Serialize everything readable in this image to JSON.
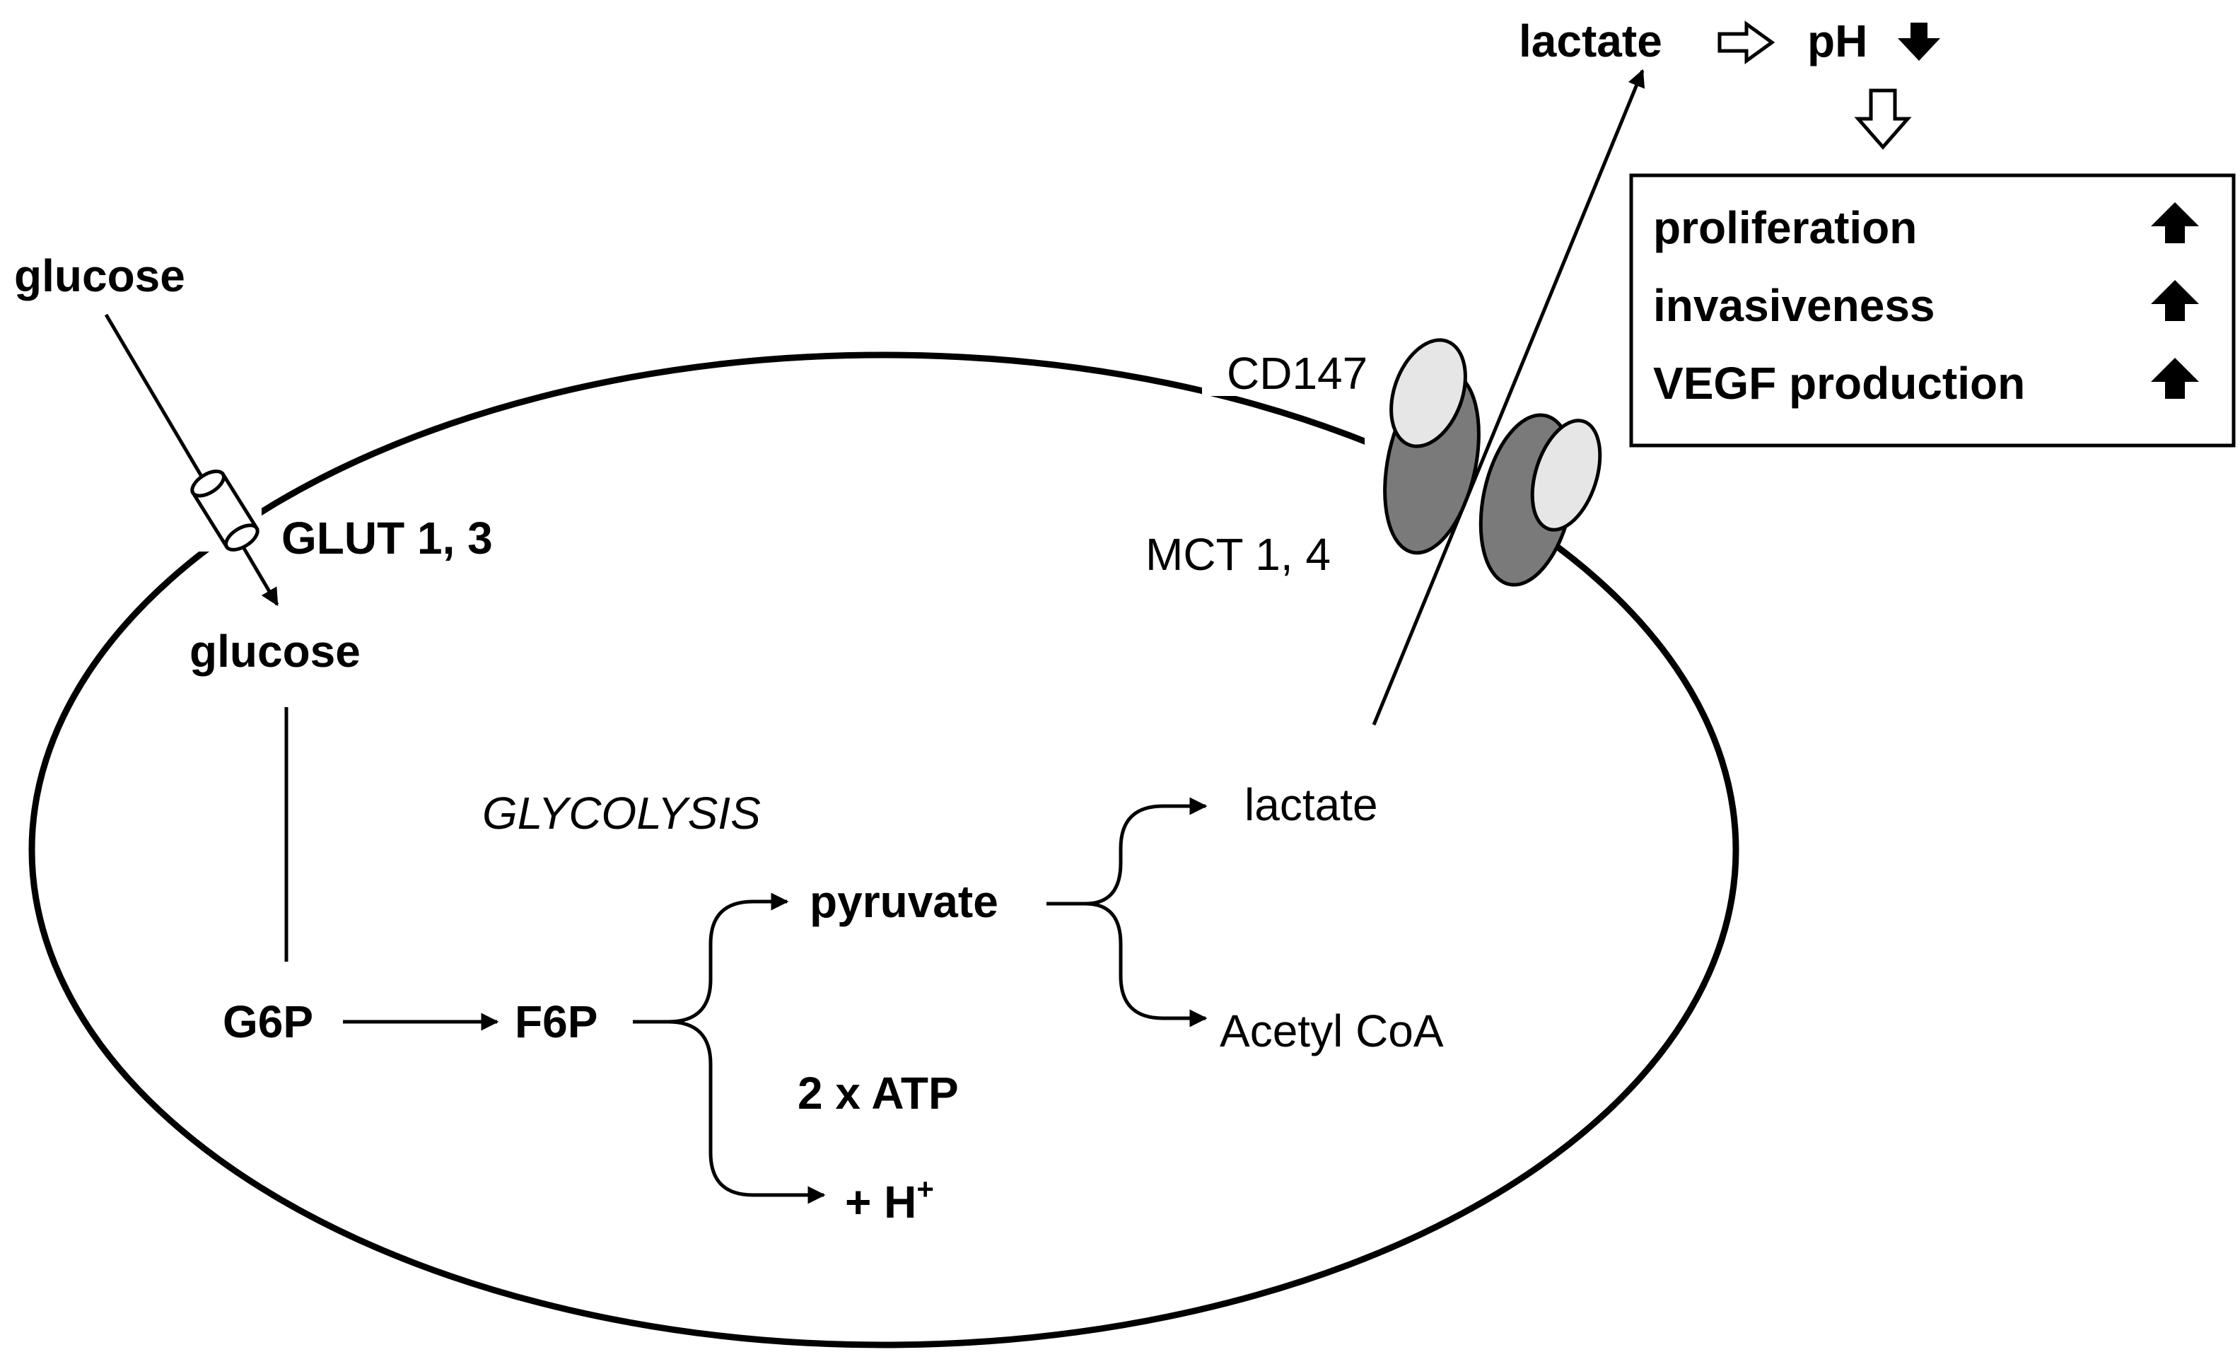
{
  "labels": {
    "glucose_outside": "glucose",
    "glut": "GLUT 1, 3",
    "glucose_inside": "glucose",
    "glycolysis": "GLYCOLYSIS",
    "g6p": "G6P",
    "f6p": "F6P",
    "pyruvate": "pyruvate",
    "atp": "2 x ATP",
    "h_plus": "+ H",
    "h_plus_sup": "+",
    "lactate_inside": "lactate",
    "acetyl_coa": "Acetyl CoA",
    "cd147": "CD147",
    "mct": "MCT 1, 4",
    "lactate_outside": "lactate",
    "ph": "pH"
  },
  "effects": {
    "items": [
      "proliferation",
      "invasiveness",
      "VEGF production"
    ]
  },
  "colors": {
    "mct_fill": "#7a7a7a",
    "cd147_fill": "#e6e6e6",
    "stroke": "#000000"
  }
}
